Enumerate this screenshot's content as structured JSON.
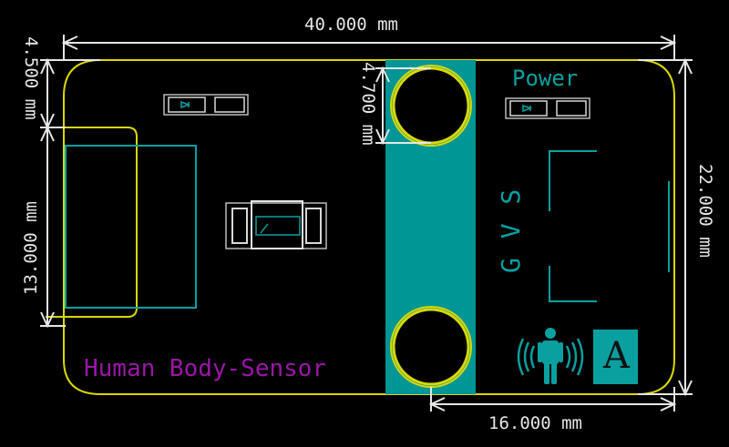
{
  "dimensions": {
    "top_width": "40.000 mm",
    "left_offset": "4.500 mm",
    "left_height": "13.000 mm",
    "hole_diameter": "4.700 mm",
    "right_height": "22.000 mm",
    "bottom_width": "16.000 mm"
  },
  "labels": {
    "sensor_name": "Human Body-Sensor",
    "power": "Power",
    "gvs": "G V S",
    "badge_letter": "A"
  },
  "colors": {
    "background": "#000000",
    "outline": "#d8d800",
    "silkscreen": "#e6e6e6",
    "copper": "#009696",
    "teal": "#0aa0a0",
    "purple": "#9a16a6"
  },
  "icons": [
    "human-radiating-icon"
  ]
}
